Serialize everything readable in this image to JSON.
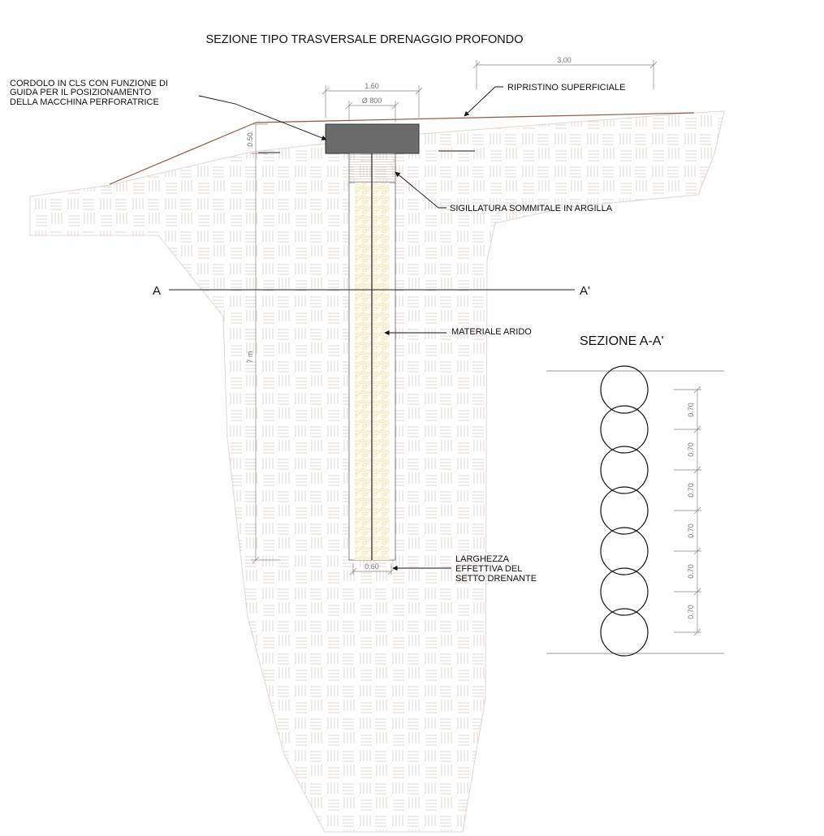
{
  "title": "SEZIONE TIPO TRASVERSALE DRENAGGIO PROFONDO",
  "labels": {
    "cordolo": [
      "CORDOLO IN CLS CON FUNZIONE DI",
      "GUIDA PER IL POSIZIONAMENTO",
      "DELLA MACCHINA PERFORATRICE"
    ],
    "ripristino": "RIPRISTINO SUPERFICIALE",
    "sigillatura": "SIGILLATURA SOMMITALE IN ARGILLA",
    "materiale": "MATERIALE ARIDO",
    "larghezza": [
      "LARGHEZZA",
      "EFFETTIVA DEL",
      "SETTO DRENANTE"
    ],
    "section_a": "A",
    "section_a_prime": "A'",
    "section_title": "SEZIONE A-A'"
  },
  "dimensions": {
    "top_width": "3.00",
    "cordolo_width": "1.60",
    "diameter": "Ø 800",
    "cordolo_height": "0.50",
    "depth": "7 m",
    "drain_width": "0.60",
    "spacing": [
      "0.70",
      "0.70",
      "0.70",
      "0.70",
      "0.70",
      "0.70"
    ]
  },
  "colors": {
    "cordolo_fill": "#6b6b6b",
    "ground_line": "#8a5a44",
    "hatch": "#d8c7c2",
    "gravel": "#e8e0a8"
  }
}
